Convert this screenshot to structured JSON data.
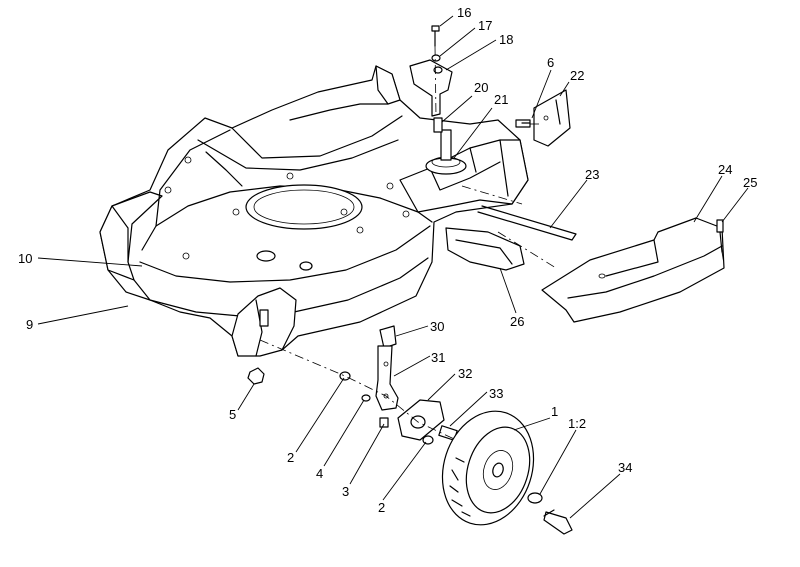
{
  "diagram": {
    "callouts": [
      {
        "id": "c16",
        "text": "16"
      },
      {
        "id": "c17",
        "text": "17"
      },
      {
        "id": "c18",
        "text": "18"
      },
      {
        "id": "c6",
        "text": "6"
      },
      {
        "id": "c22",
        "text": "22"
      },
      {
        "id": "c20",
        "text": "20"
      },
      {
        "id": "c21",
        "text": "21"
      },
      {
        "id": "c23",
        "text": "23"
      },
      {
        "id": "c24",
        "text": "24"
      },
      {
        "id": "c25",
        "text": "25"
      },
      {
        "id": "c10",
        "text": "10"
      },
      {
        "id": "c9",
        "text": "9"
      },
      {
        "id": "c26",
        "text": "26"
      },
      {
        "id": "c30",
        "text": "30"
      },
      {
        "id": "c31",
        "text": "31"
      },
      {
        "id": "c32",
        "text": "32"
      },
      {
        "id": "c33",
        "text": "33"
      },
      {
        "id": "c5",
        "text": "5"
      },
      {
        "id": "c2a",
        "text": "2"
      },
      {
        "id": "c4",
        "text": "4"
      },
      {
        "id": "c3",
        "text": "3"
      },
      {
        "id": "c2b",
        "text": "2"
      },
      {
        "id": "c1",
        "text": "1"
      },
      {
        "id": "c12",
        "text": "1:2"
      },
      {
        "id": "c34",
        "text": "34"
      }
    ]
  }
}
